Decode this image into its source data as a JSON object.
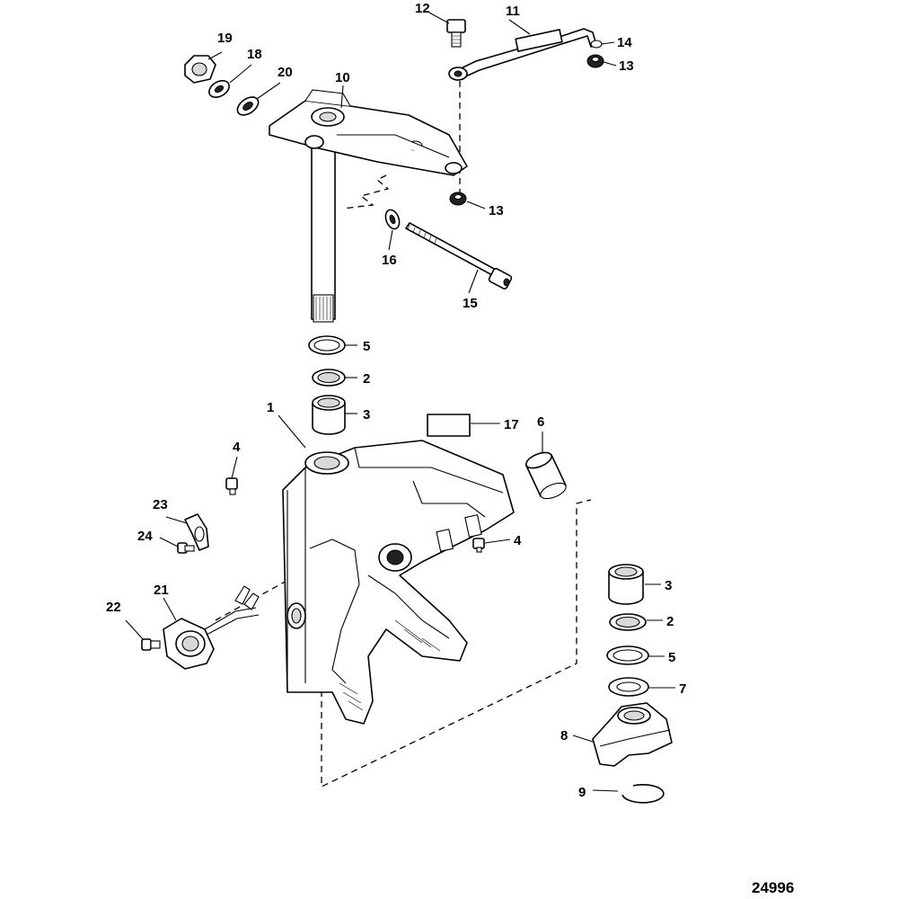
{
  "figure_number": "24996",
  "callouts": [
    {
      "id": "c1",
      "label": "1"
    },
    {
      "id": "c2a",
      "label": "2"
    },
    {
      "id": "c2b",
      "label": "2"
    },
    {
      "id": "c3a",
      "label": "3"
    },
    {
      "id": "c3b",
      "label": "3"
    },
    {
      "id": "c4a",
      "label": "4"
    },
    {
      "id": "c4b",
      "label": "4"
    },
    {
      "id": "c5a",
      "label": "5"
    },
    {
      "id": "c5b",
      "label": "5"
    },
    {
      "id": "c6",
      "label": "6"
    },
    {
      "id": "c7",
      "label": "7"
    },
    {
      "id": "c8",
      "label": "8"
    },
    {
      "id": "c9",
      "label": "9"
    },
    {
      "id": "c10",
      "label": "10"
    },
    {
      "id": "c11",
      "label": "11"
    },
    {
      "id": "c12",
      "label": "12"
    },
    {
      "id": "c13a",
      "label": "13"
    },
    {
      "id": "c13b",
      "label": "13"
    },
    {
      "id": "c14",
      "label": "14"
    },
    {
      "id": "c15",
      "label": "15"
    },
    {
      "id": "c16",
      "label": "16"
    },
    {
      "id": "c17",
      "label": "17"
    },
    {
      "id": "c18",
      "label": "18"
    },
    {
      "id": "c19",
      "label": "19"
    },
    {
      "id": "c20",
      "label": "20"
    },
    {
      "id": "c21",
      "label": "21"
    },
    {
      "id": "c22",
      "label": "22"
    },
    {
      "id": "c23",
      "label": "23"
    },
    {
      "id": "c24",
      "label": "24"
    }
  ]
}
